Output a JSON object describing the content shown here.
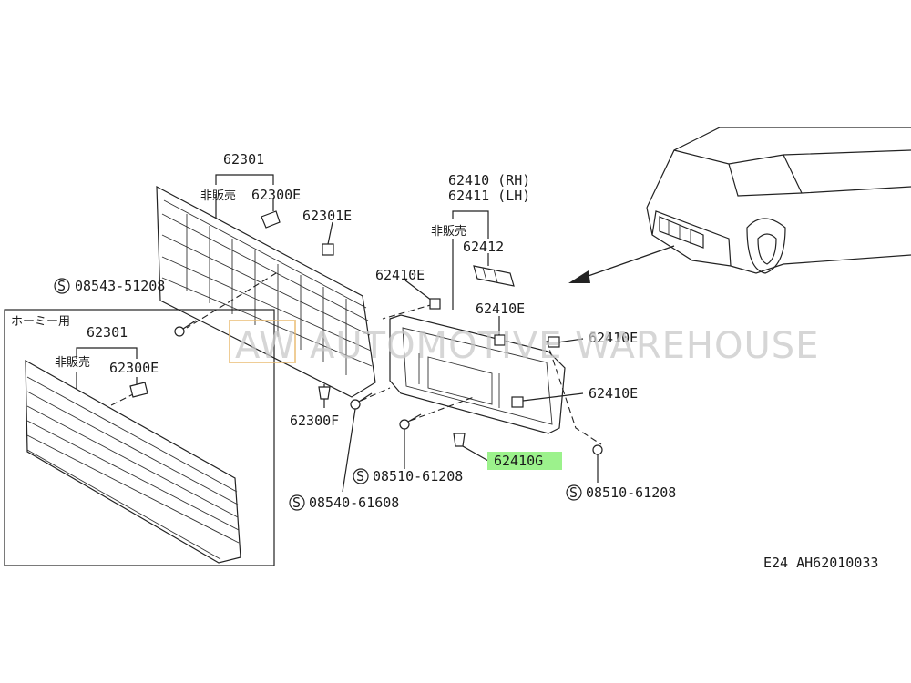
{
  "labels": {
    "grille_main": "62301",
    "not_sold_1": "非販売",
    "clip_62300e_1": "62300E",
    "clip_62301e": "62301E",
    "screw_08543": "08543-51208",
    "clip_62300f": "62300F",
    "screw_08540": "08540-61608",
    "housing_rh": "62410 (RH)",
    "housing_lh": "62411 (LH)",
    "not_sold_2": "非販売",
    "bracket_62412": "62412",
    "clip_62410e_1": "62410E",
    "clip_62410e_2": "62410E",
    "clip_62410e_3": "62410E",
    "clip_62410e_4": "62410E",
    "clip_62410g": "62410G",
    "screw_08510_1": "08510-61208",
    "screw_08510_2": "08510-61208",
    "inset_title": "ホーミー用",
    "inset_grille": "62301",
    "inset_not_sold": "非販売",
    "inset_clip": "62300E",
    "standard_symbol": "S"
  },
  "footer": {
    "code": "E24   AH62010033"
  },
  "watermark": {
    "text": "AUTOMOTIVE WAREHOUSE",
    "logo": "AW"
  },
  "colors": {
    "highlight": "#9cf28c",
    "line": "#222222",
    "watermark": "#c9c9c9",
    "logo_accent": "#e8b86a"
  }
}
